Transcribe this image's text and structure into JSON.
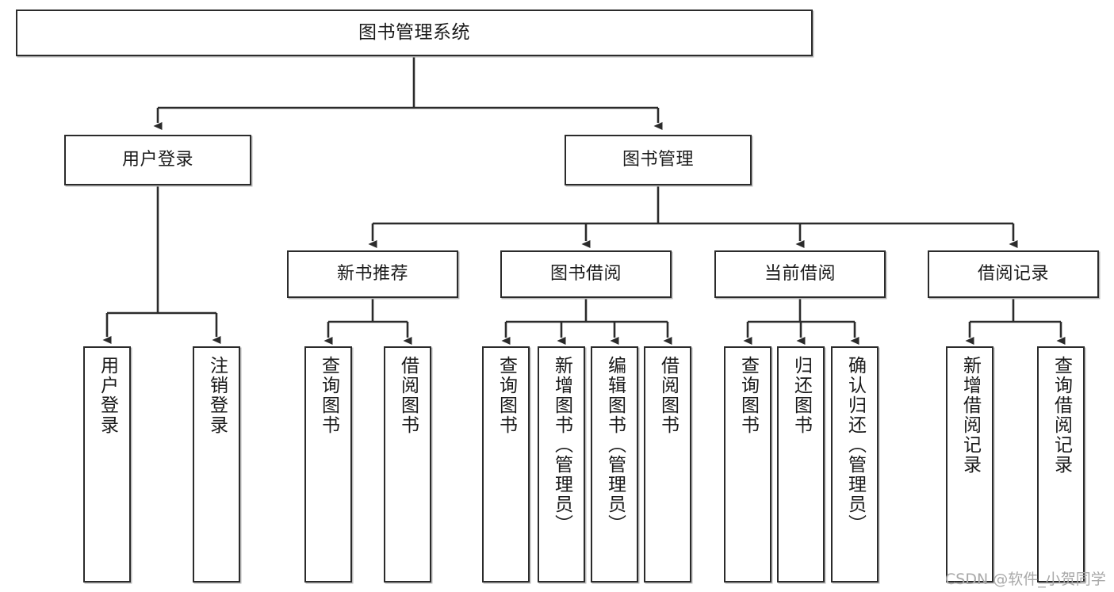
{
  "diagram": {
    "title": "图书管理系统",
    "type": "功能结构图",
    "colors": {
      "box_border": "#2b2b2b",
      "box_fill": "#ffffff",
      "edge": "#2b2b2b",
      "shadow": "#b9b9b9",
      "watermark": "#a9a9a9",
      "background": "#ffffff"
    }
  },
  "nodes": {
    "root": {
      "label": "图书管理系统"
    },
    "level2": [
      {
        "id": "user-login",
        "label": "用户登录"
      },
      {
        "id": "book-manage",
        "label": "图书管理"
      }
    ],
    "level3": [
      {
        "id": "new-book-recommend",
        "label": "新书推荐"
      },
      {
        "id": "book-borrow",
        "label": "图书借阅"
      },
      {
        "id": "current-borrow",
        "label": "当前借阅"
      },
      {
        "id": "borrow-record",
        "label": "借阅记录"
      }
    ],
    "leaves": {
      "user-login": [
        {
          "id": "leaf-user-login",
          "label": "用户登录"
        },
        {
          "id": "leaf-logout",
          "label": "注销登录"
        }
      ],
      "new-book-recommend": [
        {
          "id": "leaf-query-book-1",
          "label": "查询图书"
        },
        {
          "id": "leaf-borrow-book-1",
          "label": "借阅图书"
        }
      ],
      "book-borrow": [
        {
          "id": "leaf-query-book-2",
          "label": "查询图书"
        },
        {
          "id": "leaf-add-book",
          "label": "新增图书（管理员）"
        },
        {
          "id": "leaf-edit-book",
          "label": "编辑图书（管理员）"
        },
        {
          "id": "leaf-borrow-book-2",
          "label": "借阅图书"
        }
      ],
      "current-borrow": [
        {
          "id": "leaf-query-book-3",
          "label": "查询图书"
        },
        {
          "id": "leaf-return-book",
          "label": "归还图书"
        },
        {
          "id": "leaf-confirm-return",
          "label": "确认归还（管理员）"
        }
      ],
      "borrow-record": [
        {
          "id": "leaf-add-record",
          "label": "新增借阅记录"
        },
        {
          "id": "leaf-query-record",
          "label": "查询借阅记录"
        }
      ]
    }
  },
  "watermark": {
    "text": "CSDN @软件_小贺同学"
  }
}
